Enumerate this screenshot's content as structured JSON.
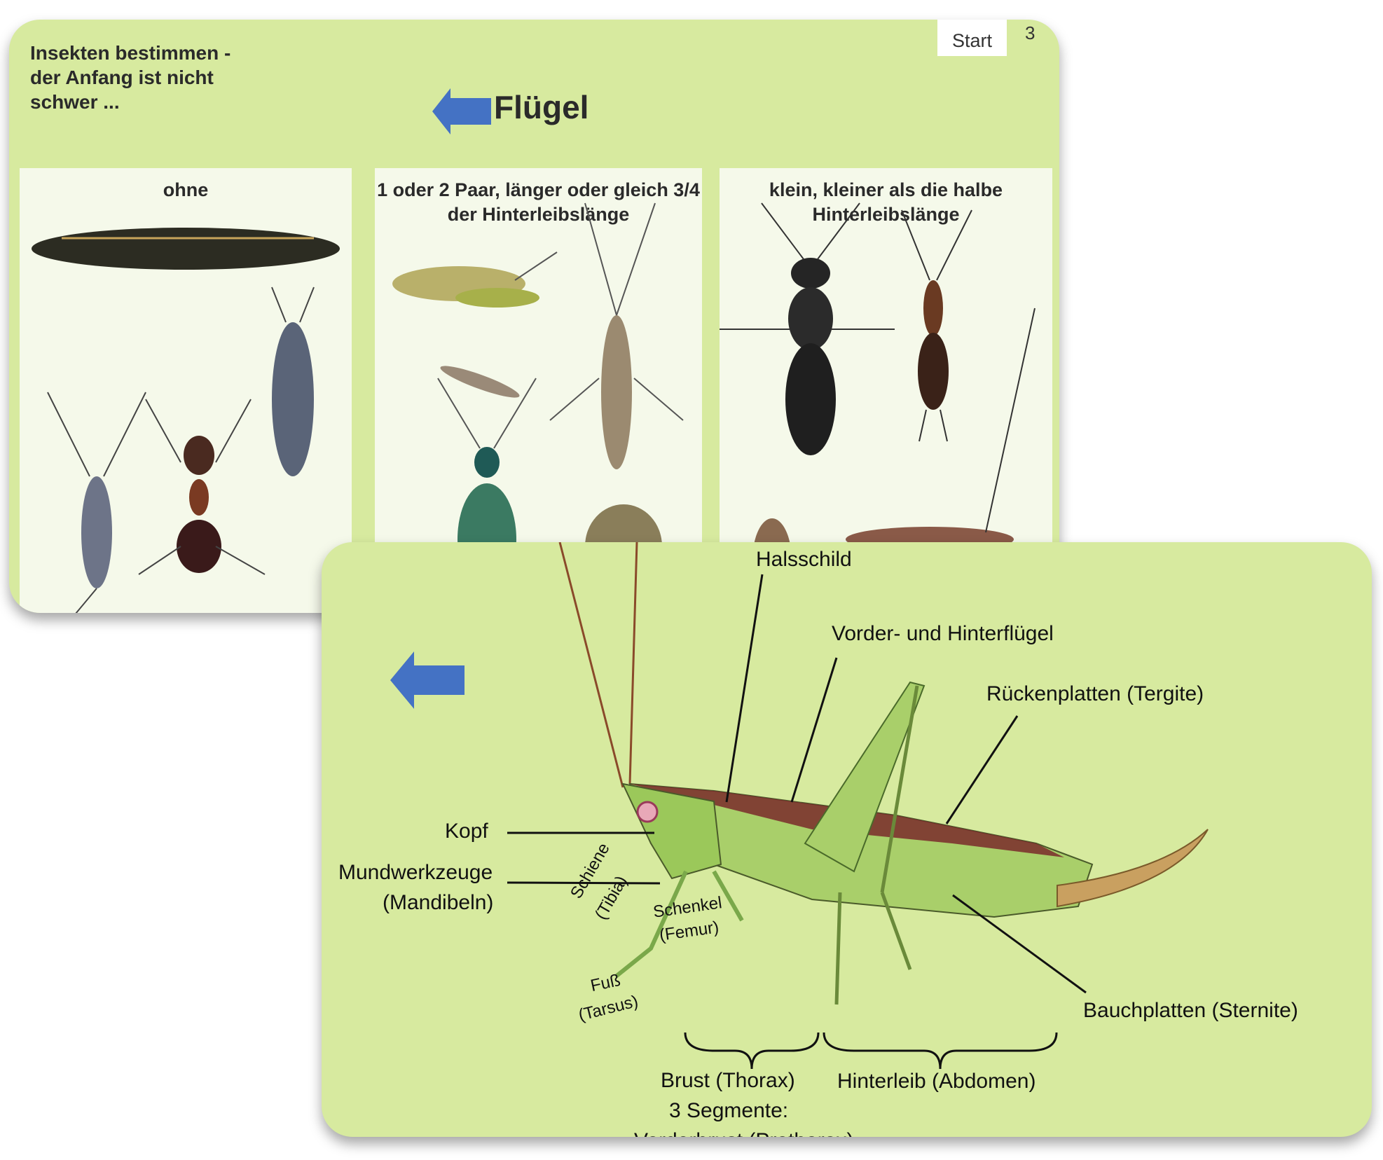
{
  "top_slide": {
    "title": "Insekten bestimmen - der Anfang ist nicht schwer ...",
    "start_label": "Start",
    "page_number": "3",
    "heading": "Flügel",
    "back_arrow_icon": "arrow-left-icon",
    "panels": [
      {
        "title": "ohne"
      },
      {
        "title": "1 oder 2 Paar, länger oder gleich 3/4 der Hinterleibslänge"
      },
      {
        "title": "klein, kleiner als die halbe Hinterleibslänge"
      }
    ]
  },
  "bottom_slide": {
    "back_arrow_icon": "arrow-left-icon",
    "labels": {
      "halsschild": "Halsschild",
      "fluegel": "Vorder- und Hinterflügel",
      "tergite": "Rückenplatten (Tergite)",
      "kopf": "Kopf",
      "mundwerkzeuge": "Mundwerkzeuge",
      "mandibeln": "(Mandibeln)",
      "sternite": "Bauchplatten (Sternite)",
      "brust": "Brust (Thorax)",
      "segmente": "3 Segmente:",
      "vorderbrust": "Vorderbrust (Prothorax)",
      "hinterleib": "Hinterleib (Abdomen)",
      "schiene": "Schiene",
      "tibia": "(Tibia)",
      "schenkel": "Schenkel",
      "femur": "(Femur)",
      "fuss": "Fuß",
      "tarsus": "(Tarsus)"
    }
  },
  "colors": {
    "slide_bg": "#d7ea9f",
    "panel_bg": "#f5f9ea",
    "arrow": "#4472c4"
  }
}
